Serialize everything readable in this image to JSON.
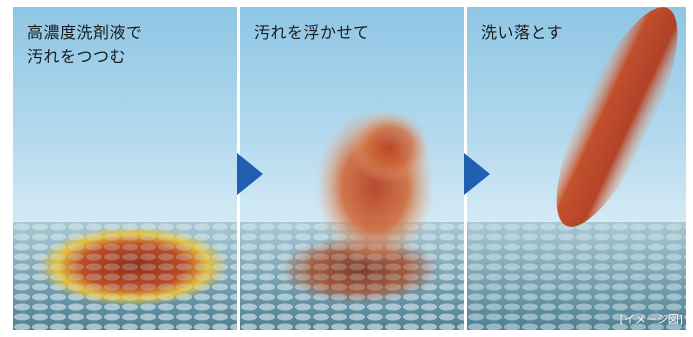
{
  "steps": [
    {
      "caption": "高濃度洗剤液で\n汚れをつつむ"
    },
    {
      "caption": "汚れを浮かせて"
    },
    {
      "caption": "洗い落とす"
    }
  ],
  "note": "[イメージ図]",
  "colors": {
    "arrow": "#1f5fb0",
    "sky_top": "#8fc6e4",
    "sky_bottom": "#e9f4fa",
    "fabric": "#5f8fa0",
    "dirt": "#b8401e"
  }
}
